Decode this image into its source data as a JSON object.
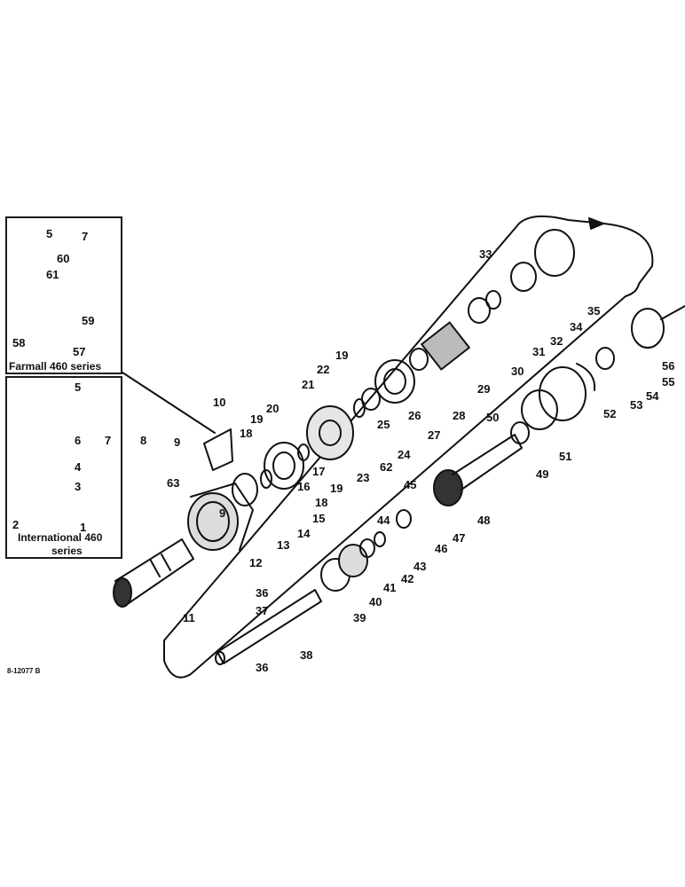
{
  "callouts": {
    "n1": "1",
    "n2": "2",
    "n3": "3",
    "n4": "4",
    "n5": "5",
    "n5b": "5",
    "n6": "6",
    "n7": "7",
    "n7b": "7",
    "n8": "8",
    "n9": "9",
    "n9b": "9",
    "n10": "10",
    "n11": "11",
    "n12": "12",
    "n13": "13",
    "n14": "14",
    "n15": "15",
    "n16": "16",
    "n17": "17",
    "n18": "18",
    "n18b": "18",
    "n19": "19",
    "n19b": "19",
    "n19c": "19",
    "n20": "20",
    "n21": "21",
    "n22": "22",
    "n23": "23",
    "n24": "24",
    "n25": "25",
    "n26": "26",
    "n27": "27",
    "n28": "28",
    "n29": "29",
    "n30": "30",
    "n31": "31",
    "n32": "32",
    "n33": "33",
    "n34": "34",
    "n35": "35",
    "n36": "36",
    "n36b": "36",
    "n37": "37",
    "n38": "38",
    "n39": "39",
    "n40": "40",
    "n41": "41",
    "n42": "42",
    "n43": "43",
    "n44": "44",
    "n45": "45",
    "n46": "46",
    "n47": "47",
    "n48": "48",
    "n49": "49",
    "n50": "50",
    "n51": "51",
    "n52": "52",
    "n53": "53",
    "n54": "54",
    "n55": "55",
    "n56": "56",
    "n57": "57",
    "n58": "58",
    "n59": "59",
    "n60": "60",
    "n61": "61",
    "n62": "62",
    "n63": "63"
  },
  "insets": {
    "farmall_title": "Farmall 460 series",
    "international_title_line1": "International 460",
    "international_title_line2": "series"
  },
  "drawing_id": "8-12077 B",
  "colors": {
    "ink": "#111111",
    "paper": "#ffffff"
  }
}
